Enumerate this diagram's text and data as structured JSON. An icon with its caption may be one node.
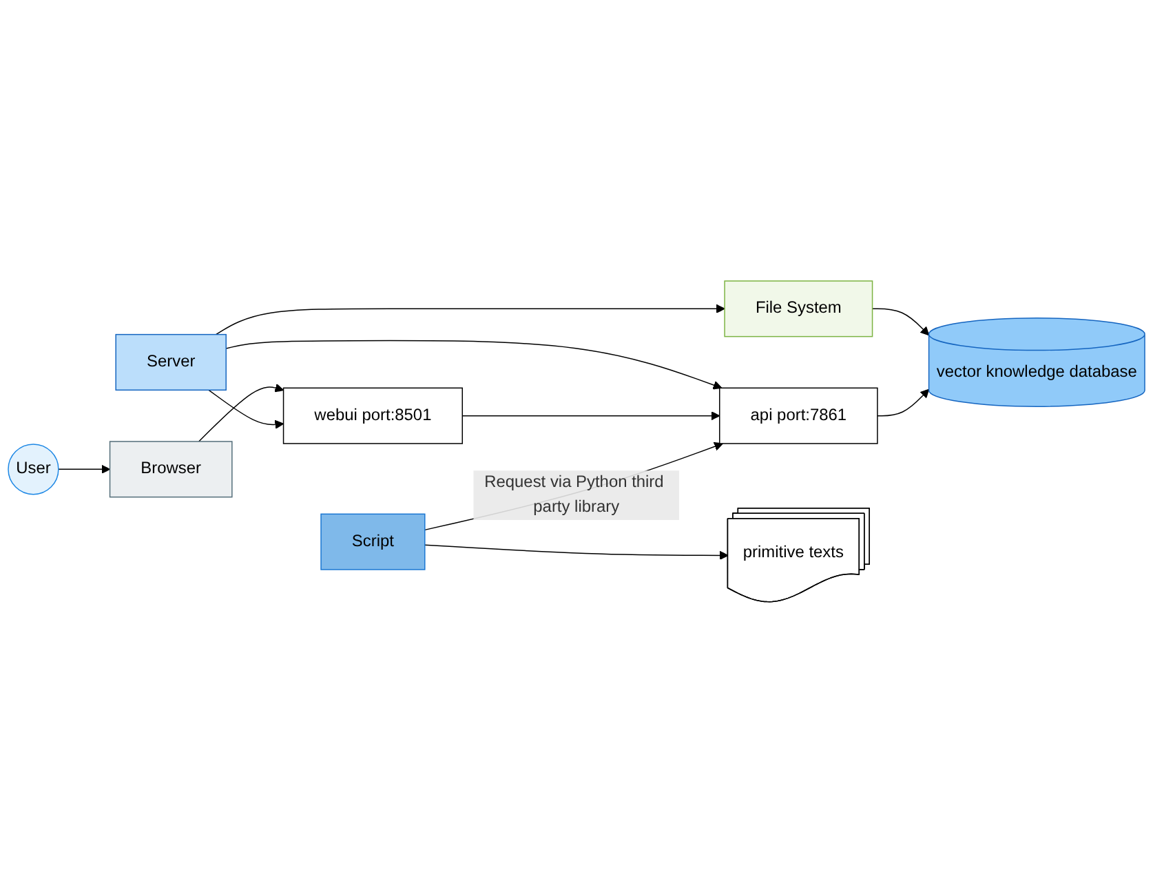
{
  "diagram": {
    "nodes": [
      {
        "text": [
          "User"
        ]
      },
      {
        "text": [
          "Browser"
        ]
      },
      {
        "text": [
          "Server"
        ]
      },
      {
        "text": [
          "File System"
        ]
      },
      {
        "text": [
          "webui port:8501"
        ]
      },
      {
        "text": [
          "api port:7861"
        ]
      },
      {
        "text": [
          "vector knowledge database"
        ]
      },
      {
        "text": [
          "Script"
        ]
      },
      {
        "text": [
          "primitive texts"
        ]
      }
    ],
    "edges": [
      {
        "from": 0,
        "to": 1,
        "arrow": "to"
      },
      {
        "from": 1,
        "to": 4,
        "arrow": "to"
      },
      {
        "from": 2,
        "to": 3,
        "arrow": "to"
      },
      {
        "from": 3,
        "to": 6,
        "arrow": "to"
      },
      {
        "from": 2,
        "to": 4,
        "arrow": "to"
      },
      {
        "from": 2,
        "to": 5,
        "arrow": "to"
      },
      {
        "from": 4,
        "to": 5,
        "arrow": "to"
      },
      {
        "from": 5,
        "to": 6,
        "arrow": "to"
      },
      {
        "from": 7,
        "to": 5,
        "label": "Request via Python third party library",
        "arrow": "to"
      },
      {
        "from": 7,
        "to": 8,
        "arrow": "to"
      }
    ]
  }
}
